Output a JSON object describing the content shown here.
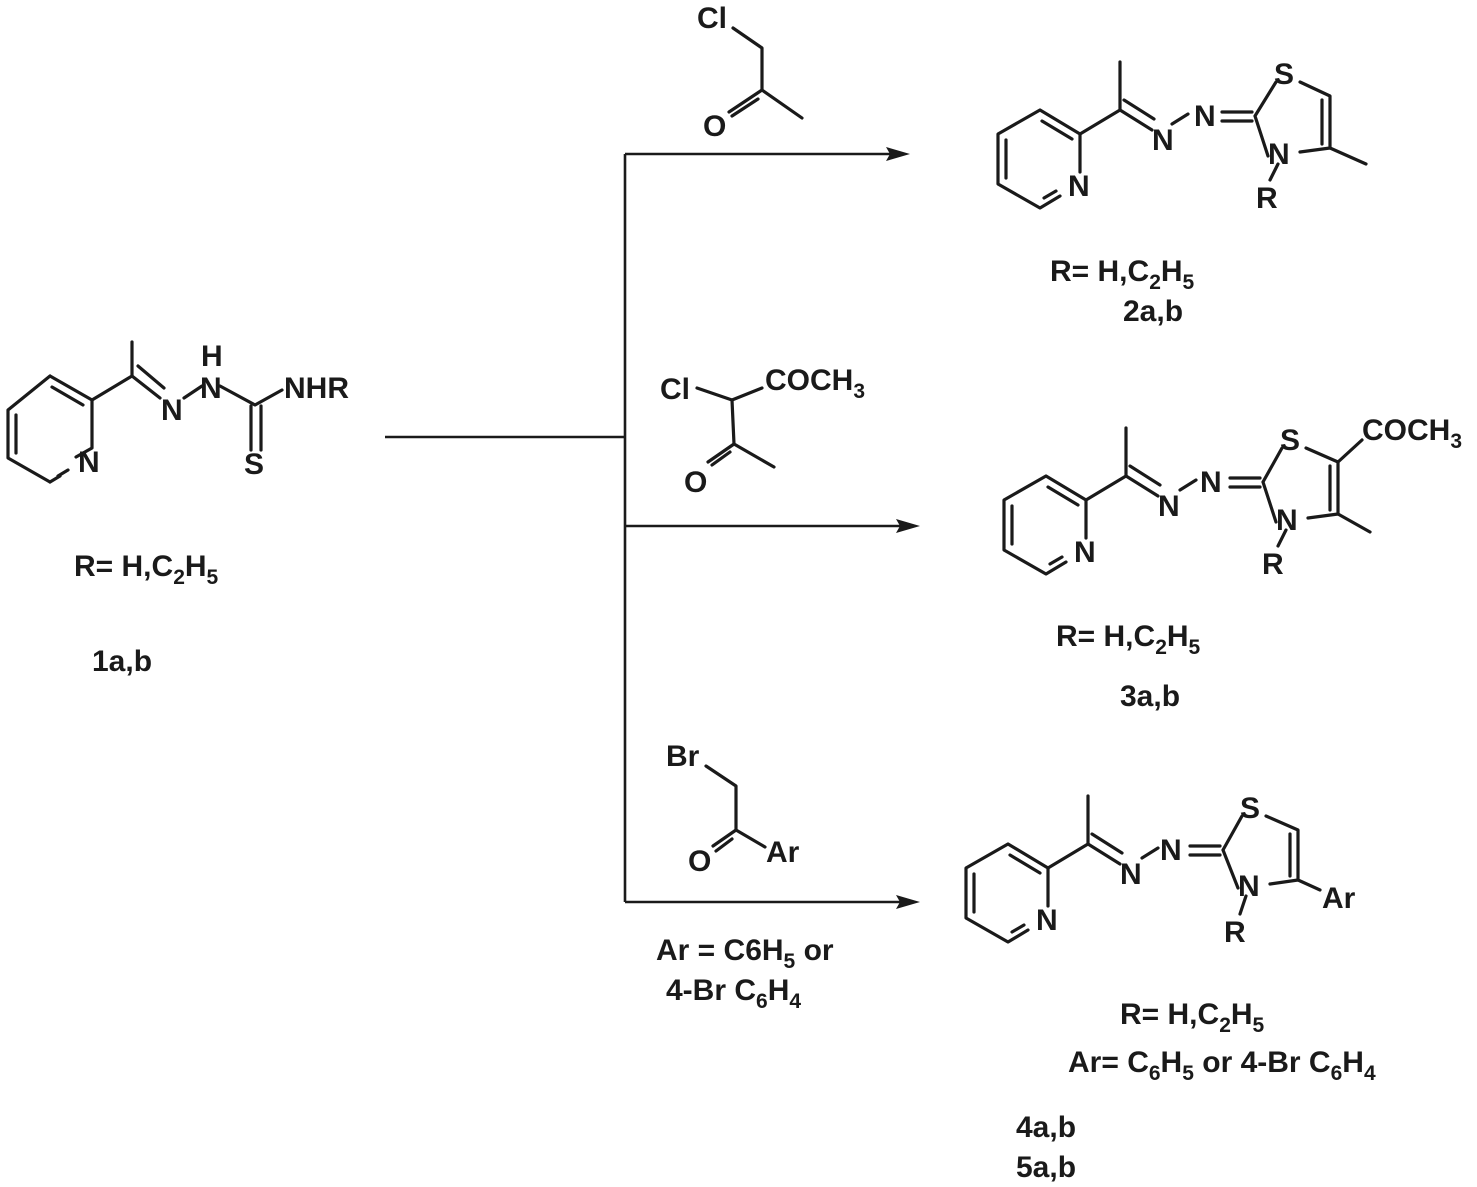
{
  "compound1": {
    "atoms": {
      "n_ring": "N",
      "n_imine": "N",
      "nh_n": "N",
      "nh_h": "H",
      "nhr": "NHR",
      "s": "S"
    },
    "r_def": {
      "prefix": "R= H,C",
      "sub1": "2",
      "mid": "H",
      "sub2": "5"
    },
    "id": "1a,b"
  },
  "reagent_a": {
    "cl": "Cl",
    "o": "O"
  },
  "reagent_b": {
    "cl": "Cl",
    "acetyl": "COCH",
    "acetyl_sub": "3",
    "o": "O"
  },
  "reagent_c": {
    "br": "Br",
    "o": "O",
    "ar": "Ar",
    "note1": {
      "prefix": "Ar = C6H",
      "sub": "5",
      "suffix": " or"
    },
    "note2": {
      "prefix": "4-Br C",
      "sub1": "6",
      "mid": "H",
      "sub2": "4"
    }
  },
  "product2": {
    "atoms": {
      "n_ring": "N",
      "n1": "N",
      "n2": "N",
      "s": "S",
      "n3": "N",
      "r": "R"
    },
    "r_def": {
      "prefix": "R= H,C",
      "sub1": "2",
      "mid": "H",
      "sub2": "5"
    },
    "id": "2a,b"
  },
  "product3": {
    "atoms": {
      "n_ring": "N",
      "n1": "N",
      "n2": "N",
      "s": "S",
      "n3": "N",
      "r": "R",
      "acetyl": "COCH",
      "acetyl_sub": "3"
    },
    "r_def": {
      "prefix": "R= H,C",
      "sub1": "2",
      "mid": "H",
      "sub2": "5"
    },
    "id": "3a,b"
  },
  "product45": {
    "atoms": {
      "n_ring": "N",
      "n1": "N",
      "n2": "N",
      "s": "S",
      "n3": "N",
      "r": "R",
      "ar": "Ar"
    },
    "r_def": {
      "prefix": "R= H,C",
      "sub1": "2",
      "mid": "H",
      "sub2": "5"
    },
    "ar_def": {
      "prefix": "Ar= C",
      "sub1": "6",
      "mid1": "H",
      "sub2": "5",
      "mid2": " or 4-Br C",
      "sub3": "6",
      "mid3": "H",
      "sub4": "4"
    },
    "id1": "4a,b",
    "id2": "5a,b"
  }
}
